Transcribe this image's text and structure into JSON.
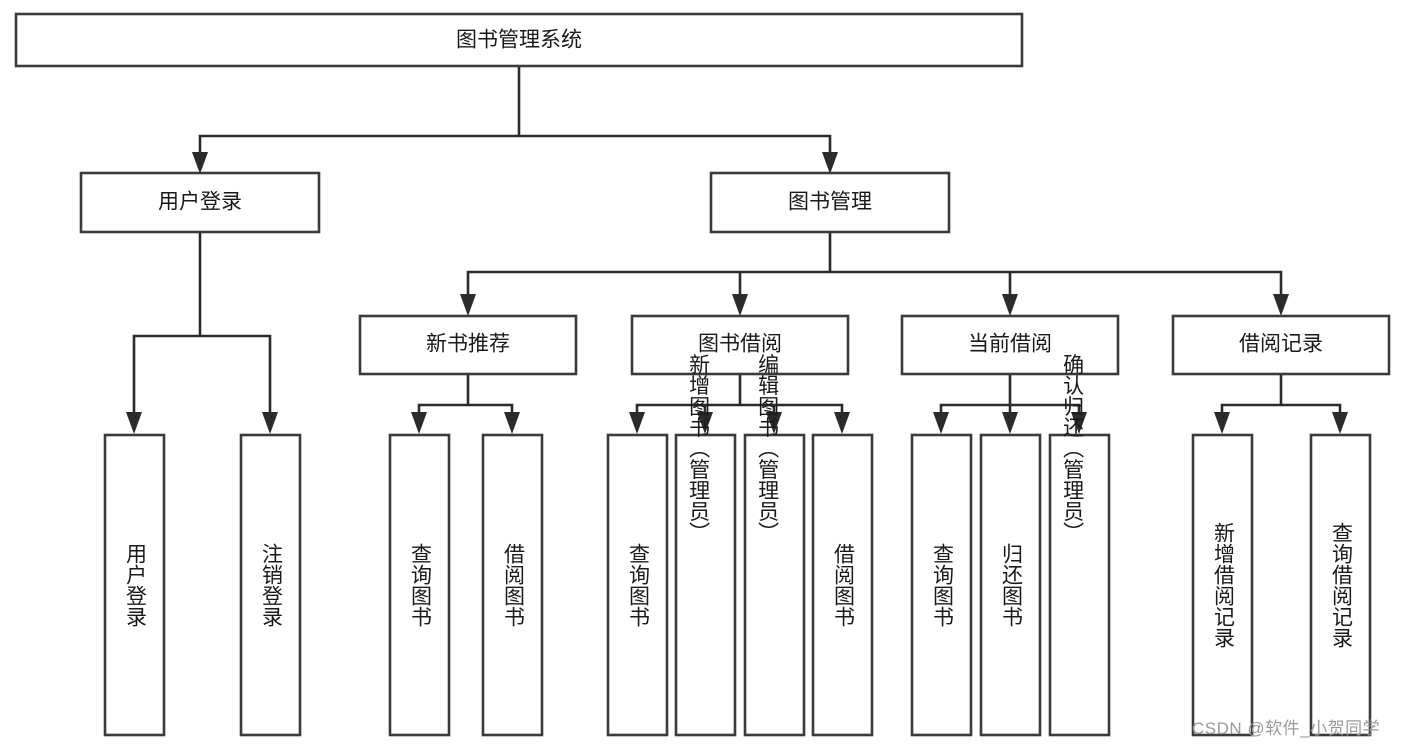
{
  "diagram": {
    "type": "hierarchy-tree",
    "title": "图书管理系统",
    "background_color": "#ffffff",
    "box_stroke_color": "#3b3b3b",
    "connector_color": "#2b2b2b",
    "text_color": "#1a1a1a",
    "levels": 4,
    "nodes": {
      "root": {
        "label": "图书管理系统",
        "level": 0,
        "orientation": "horizontal"
      },
      "l1_0": {
        "label": "用户登录",
        "level": 1,
        "orientation": "horizontal"
      },
      "l1_1": {
        "label": "图书管理",
        "level": 1,
        "orientation": "horizontal"
      },
      "l2_0": {
        "label": "新书推荐",
        "level": 2,
        "orientation": "horizontal"
      },
      "l2_1": {
        "label": "图书借阅",
        "level": 2,
        "orientation": "horizontal"
      },
      "l2_2": {
        "label": "当前借阅",
        "level": 2,
        "orientation": "horizontal"
      },
      "l2_3": {
        "label": "借阅记录",
        "level": 2,
        "orientation": "horizontal"
      },
      "leaf_0": {
        "label": "用户登录",
        "level": 3,
        "orientation": "vertical",
        "parent": "用户登录"
      },
      "leaf_1": {
        "label": "注销登录",
        "level": 3,
        "orientation": "vertical",
        "parent": "用户登录"
      },
      "leaf_2": {
        "label": "查询图书",
        "level": 3,
        "orientation": "vertical",
        "parent": "新书推荐"
      },
      "leaf_3": {
        "label": "借阅图书",
        "level": 3,
        "orientation": "vertical",
        "parent": "新书推荐"
      },
      "leaf_4": {
        "label": "查询图书",
        "level": 3,
        "orientation": "vertical",
        "parent": "图书借阅"
      },
      "leaf_5": {
        "label": "新增图书（管理员）",
        "level": 3,
        "orientation": "vertical",
        "parent": "图书借阅"
      },
      "leaf_6": {
        "label": "编辑图书（管理员）",
        "level": 3,
        "orientation": "vertical",
        "parent": "图书借阅"
      },
      "leaf_7": {
        "label": "借阅图书",
        "level": 3,
        "orientation": "vertical",
        "parent": "图书借阅"
      },
      "leaf_8": {
        "label": "查询图书",
        "level": 3,
        "orientation": "vertical",
        "parent": "当前借阅"
      },
      "leaf_9": {
        "label": "归还图书",
        "level": 3,
        "orientation": "vertical",
        "parent": "当前借阅"
      },
      "leaf_10": {
        "label": "确认归还（管理员）",
        "level": 3,
        "orientation": "vertical",
        "parent": "当前借阅"
      },
      "leaf_11": {
        "label": "新增借阅记录",
        "level": 3,
        "orientation": "vertical",
        "parent": "借阅记录"
      },
      "leaf_12": {
        "label": "查询借阅记录",
        "level": 3,
        "orientation": "vertical",
        "parent": "借阅记录"
      }
    }
  },
  "watermark": {
    "text": "CSDN @软件_小贺同学"
  }
}
